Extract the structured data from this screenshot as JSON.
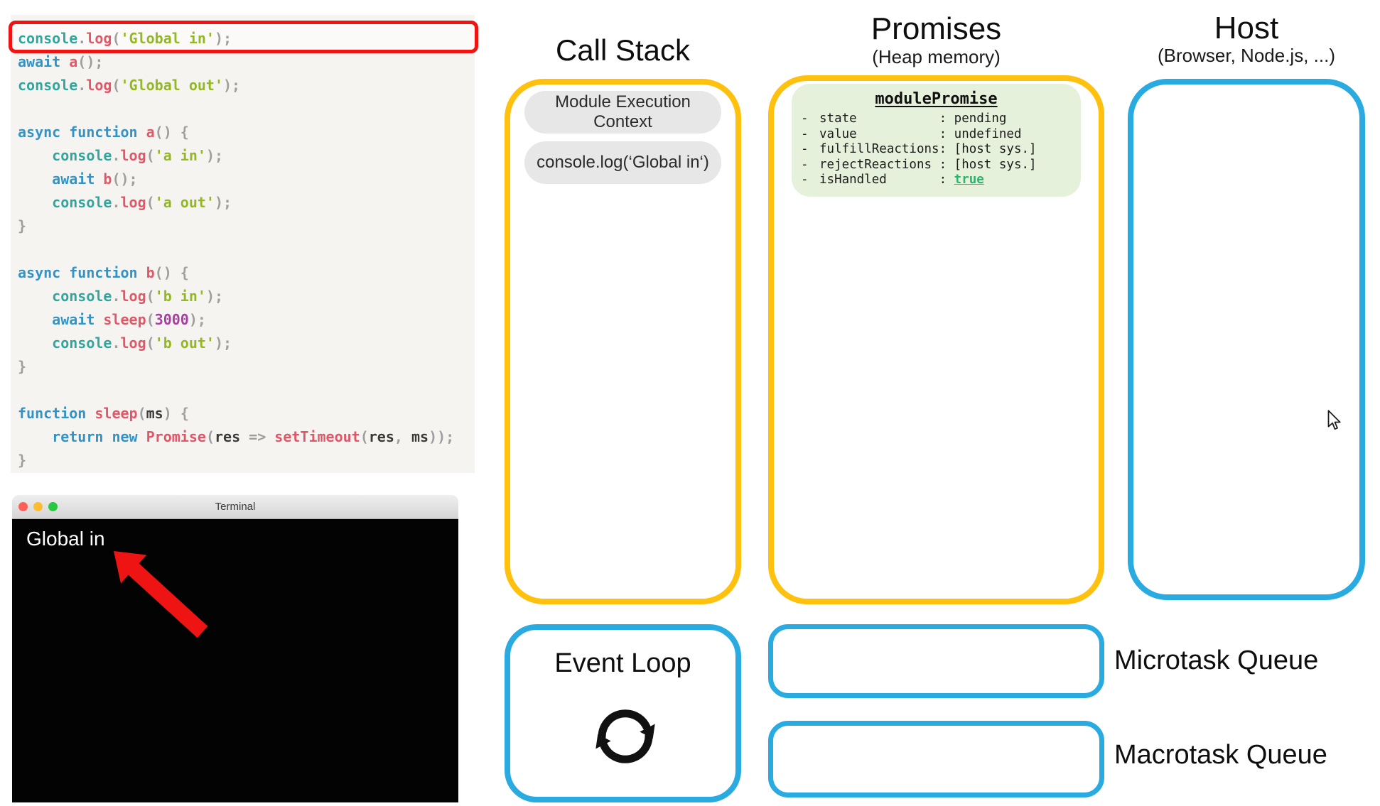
{
  "colors": {
    "accent_yellow": "#FFC10E",
    "accent_blue": "#29ABE2",
    "highlight_red": "#EE1414",
    "promise_box_green": "#E5F1DB",
    "true_green": "#28B46E",
    "editor_bg": "#F5F4F1"
  },
  "editor": {
    "highlighted_line": 0,
    "lines": [
      [
        [
          "obj",
          "console"
        ],
        [
          "pun",
          "."
        ],
        [
          "fn",
          "log"
        ],
        [
          "pun",
          "("
        ],
        [
          "str",
          "'Global in'"
        ],
        [
          "pun",
          ");"
        ]
      ],
      [
        [
          "kw",
          "await "
        ],
        [
          "fn",
          "a"
        ],
        [
          "pun",
          "();"
        ]
      ],
      [
        [
          "obj",
          "console"
        ],
        [
          "pun",
          "."
        ],
        [
          "fn",
          "log"
        ],
        [
          "pun",
          "("
        ],
        [
          "str",
          "'Global out'"
        ],
        [
          "pun",
          ");"
        ]
      ],
      [],
      [
        [
          "kw",
          "async "
        ],
        [
          "kw",
          "function "
        ],
        [
          "fn",
          "a"
        ],
        [
          "pun",
          "() {"
        ]
      ],
      [
        [
          "pun",
          "    "
        ],
        [
          "obj",
          "console"
        ],
        [
          "pun",
          "."
        ],
        [
          "fn",
          "log"
        ],
        [
          "pun",
          "("
        ],
        [
          "str",
          "'a in'"
        ],
        [
          "pun",
          ");"
        ]
      ],
      [
        [
          "pun",
          "    "
        ],
        [
          "kw",
          "await "
        ],
        [
          "fn",
          "b"
        ],
        [
          "pun",
          "();"
        ]
      ],
      [
        [
          "pun",
          "    "
        ],
        [
          "obj",
          "console"
        ],
        [
          "pun",
          "."
        ],
        [
          "fn",
          "log"
        ],
        [
          "pun",
          "("
        ],
        [
          "str",
          "'a out'"
        ],
        [
          "pun",
          ");"
        ]
      ],
      [
        [
          "pun",
          "}"
        ]
      ],
      [],
      [
        [
          "kw",
          "async "
        ],
        [
          "kw",
          "function "
        ],
        [
          "fn",
          "b"
        ],
        [
          "pun",
          "() {"
        ]
      ],
      [
        [
          "pun",
          "    "
        ],
        [
          "obj",
          "console"
        ],
        [
          "pun",
          "."
        ],
        [
          "fn",
          "log"
        ],
        [
          "pun",
          "("
        ],
        [
          "str",
          "'b in'"
        ],
        [
          "pun",
          ");"
        ]
      ],
      [
        [
          "pun",
          "    "
        ],
        [
          "kw",
          "await "
        ],
        [
          "fn",
          "sleep"
        ],
        [
          "pun",
          "("
        ],
        [
          "num",
          "3000"
        ],
        [
          "pun",
          ");"
        ]
      ],
      [
        [
          "pun",
          "    "
        ],
        [
          "obj",
          "console"
        ],
        [
          "pun",
          "."
        ],
        [
          "fn",
          "log"
        ],
        [
          "pun",
          "("
        ],
        [
          "str",
          "'b out'"
        ],
        [
          "pun",
          ");"
        ]
      ],
      [
        [
          "pun",
          "}"
        ]
      ],
      [],
      [
        [
          "kw",
          "function "
        ],
        [
          "fn",
          "sleep"
        ],
        [
          "pun",
          "("
        ],
        [
          "plain",
          "ms"
        ],
        [
          "pun",
          ") {"
        ]
      ],
      [
        [
          "pun",
          "    "
        ],
        [
          "kw",
          "return "
        ],
        [
          "kw",
          "new "
        ],
        [
          "fn",
          "Promise"
        ],
        [
          "pun",
          "("
        ],
        [
          "plain",
          "res"
        ],
        [
          "pun",
          " => "
        ],
        [
          "fn",
          "setTimeout"
        ],
        [
          "pun",
          "("
        ],
        [
          "plain",
          "res"
        ],
        [
          "pun",
          ", "
        ],
        [
          "plain",
          "ms"
        ],
        [
          "pun",
          "));"
        ]
      ],
      [
        [
          "pun",
          "}"
        ]
      ]
    ]
  },
  "terminal": {
    "title": "Terminal",
    "output": [
      "Global in"
    ]
  },
  "call_stack": {
    "title": "Call Stack",
    "frames": [
      "Module Execution Context",
      "console.log(‘Global in‘)"
    ]
  },
  "promises": {
    "title": "Promises",
    "subtitle": "(Heap memory)",
    "object": {
      "name": "modulePromise",
      "fields": [
        {
          "label": "state           : ",
          "value": "pending",
          "highlight": false
        },
        {
          "label": "value           : ",
          "value": "undefined",
          "highlight": false
        },
        {
          "label": "fulfillReactions: ",
          "value": "[host sys.]",
          "highlight": false
        },
        {
          "label": "rejectReactions : ",
          "value": "[host sys.]",
          "highlight": false
        },
        {
          "label": "isHandled       : ",
          "value": "true",
          "highlight": true
        }
      ]
    }
  },
  "host": {
    "title": "Host",
    "subtitle": "(Browser, Node.js, ...)"
  },
  "event_loop": {
    "label": "Event Loop"
  },
  "queues": {
    "microtask": "Microtask Queue",
    "macrotask": "Macrotask Queue"
  }
}
